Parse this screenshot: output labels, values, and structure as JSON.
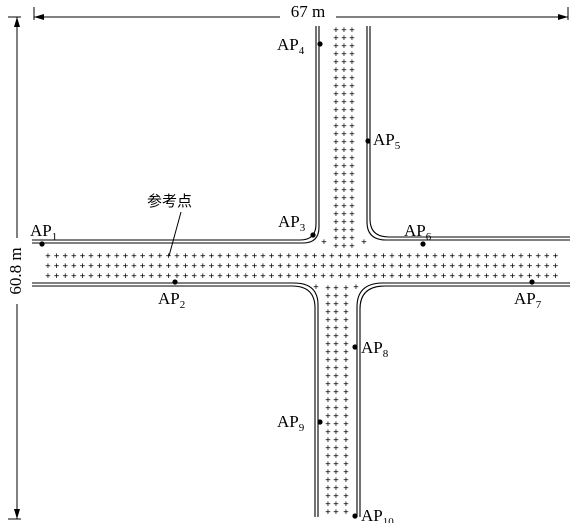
{
  "dimensions": {
    "width_label": "67 m",
    "height_label": "60.8 m"
  },
  "reference_point_label": "参考点",
  "access_points": [
    {
      "name": "AP",
      "sub": "1"
    },
    {
      "name": "AP",
      "sub": "2"
    },
    {
      "name": "AP",
      "sub": "3"
    },
    {
      "name": "AP",
      "sub": "4"
    },
    {
      "name": "AP",
      "sub": "5"
    },
    {
      "name": "AP",
      "sub": "6"
    },
    {
      "name": "AP",
      "sub": "7"
    },
    {
      "name": "AP",
      "sub": "8"
    },
    {
      "name": "AP",
      "sub": "9"
    },
    {
      "name": "AP",
      "sub": "10"
    }
  ],
  "reference_marker": "+"
}
